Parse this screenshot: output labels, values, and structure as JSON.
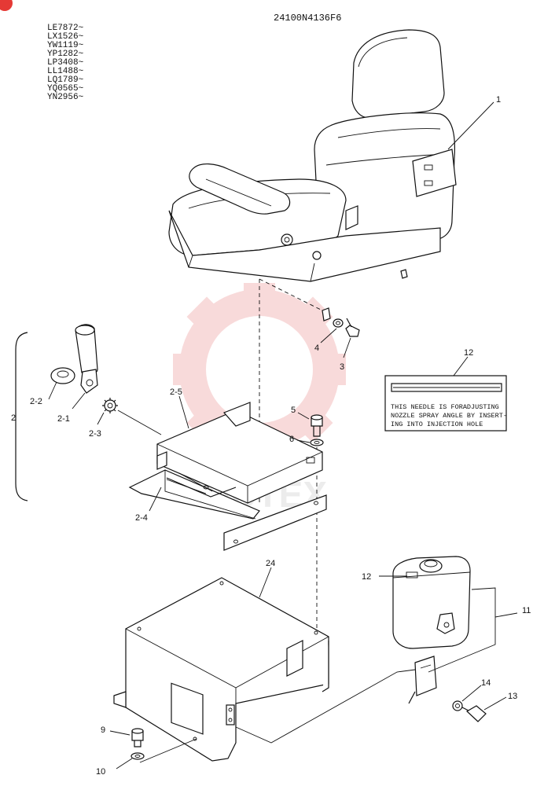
{
  "drawing": {
    "code": "24100N4136F6",
    "serials": [
      "LE7872~",
      "LX1526~",
      "YW1119~",
      "YP1282~",
      "LP3408~",
      "LL1488~",
      "LQ1789~",
      "YQ0565~",
      "YN2956~"
    ]
  },
  "callouts": {
    "seat": "1",
    "group_2": "2",
    "part_2_1": "2-1",
    "part_2_2": "2-2",
    "part_2_3": "2-3",
    "part_2_4": "2-4",
    "part_2_5": "2-5",
    "bolt_3": "3",
    "washer_4": "4",
    "bolt_5": "5",
    "washer_6": "6",
    "bolt_9": "9",
    "washer_10": "10",
    "tank_11": "11",
    "label_12": "12",
    "label_12b": "12",
    "bolt_13": "13",
    "washer_14": "14",
    "cover_24": "24"
  },
  "label_note": {
    "line1": "THIS NEEDLE IS FORADJUSTING",
    "line2": "NOZZLE SPRAY ANGLE BY INSERT-",
    "line3": "ING INTO INJECTION HOLE"
  },
  "watermark": {
    "text": "MUTEX",
    "color": "#f2b8b8"
  },
  "colors": {
    "ink": "#111111",
    "corner_badge": "#e53935"
  }
}
